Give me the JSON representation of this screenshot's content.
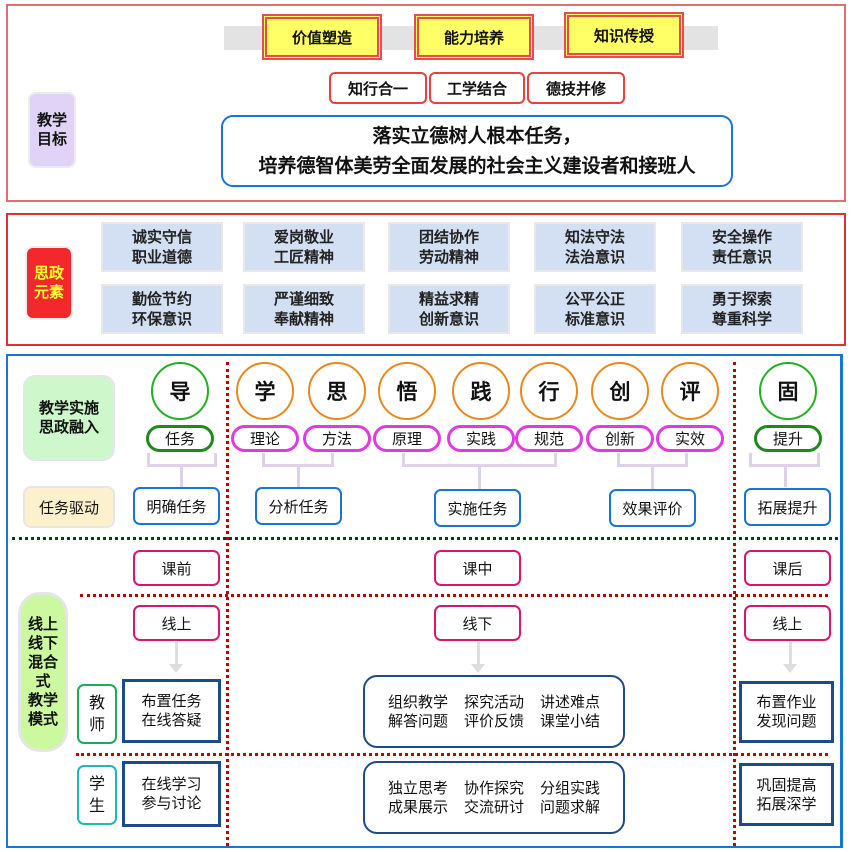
{
  "goals": {
    "label": [
      "教学",
      "目标"
    ],
    "values": [
      "价值塑造",
      "能力培养",
      "知识传授"
    ],
    "principles": [
      "知行合一",
      "工学结合",
      "德技并修"
    ],
    "mission": [
      "落实立德树人根本任务，",
      "培养德智体美劳全面发展的社会主义建设者和接班人"
    ]
  },
  "elements": {
    "label": [
      "思政",
      "元素"
    ],
    "items": [
      [
        "诚实守信",
        "职业道德"
      ],
      [
        "爱岗敬业",
        "工匠精神"
      ],
      [
        "团结协作",
        "劳动精神"
      ],
      [
        "知法守法",
        "法治意识"
      ],
      [
        "安全操作",
        "责任意识"
      ],
      [
        "勤俭节约",
        "环保意识"
      ],
      [
        "严谨细致",
        "奉献精神"
      ],
      [
        "精益求精",
        "创新意识"
      ],
      [
        "公平公正",
        "标准意识"
      ],
      [
        "勇于探索",
        "尊重科学"
      ]
    ]
  },
  "implementation": {
    "label": [
      "教学实施",
      "思政融入"
    ],
    "task_label": "任务驱动",
    "steps": [
      {
        "char": "导",
        "keyword": "任务"
      },
      {
        "char": "学",
        "keyword": "理论"
      },
      {
        "char": "思",
        "keyword": "方法"
      },
      {
        "char": "悟",
        "keyword": "原理"
      },
      {
        "char": "践",
        "keyword": "实践"
      },
      {
        "char": "行",
        "keyword": "规范"
      },
      {
        "char": "创",
        "keyword": "创新"
      },
      {
        "char": "评",
        "keyword": "实效"
      },
      {
        "char": "固",
        "keyword": "提升"
      }
    ],
    "tasks": [
      "明确任务",
      "分析任务",
      "实施任务",
      "效果评价",
      "拓展提升"
    ]
  },
  "blended": {
    "label": [
      "线上",
      "线下",
      "混合",
      "式",
      "教学",
      "模式"
    ],
    "phases": [
      "课前",
      "课中",
      "课后"
    ],
    "modes": [
      "线上",
      "线下",
      "线上"
    ],
    "roles": {
      "teacher": [
        "教",
        "师"
      ],
      "student": [
        "学",
        "生"
      ]
    },
    "pre": {
      "teacher": [
        "布置任务",
        "在线答疑"
      ],
      "student": [
        "在线学习",
        "参与讨论"
      ]
    },
    "in": {
      "teacher": [
        [
          "组织教学",
          "解答问题"
        ],
        [
          "探究活动",
          "评价反馈"
        ],
        [
          "讲述难点",
          "课堂小结"
        ]
      ],
      "student": [
        [
          "独立思考",
          "成果展示"
        ],
        [
          "协作探究",
          "交流研讨"
        ],
        [
          "分组实践",
          "问题求解"
        ]
      ]
    },
    "post": {
      "teacher": [
        "布置作业",
        "发现问题"
      ],
      "student": [
        "巩固提高",
        "拓展深学"
      ]
    }
  }
}
